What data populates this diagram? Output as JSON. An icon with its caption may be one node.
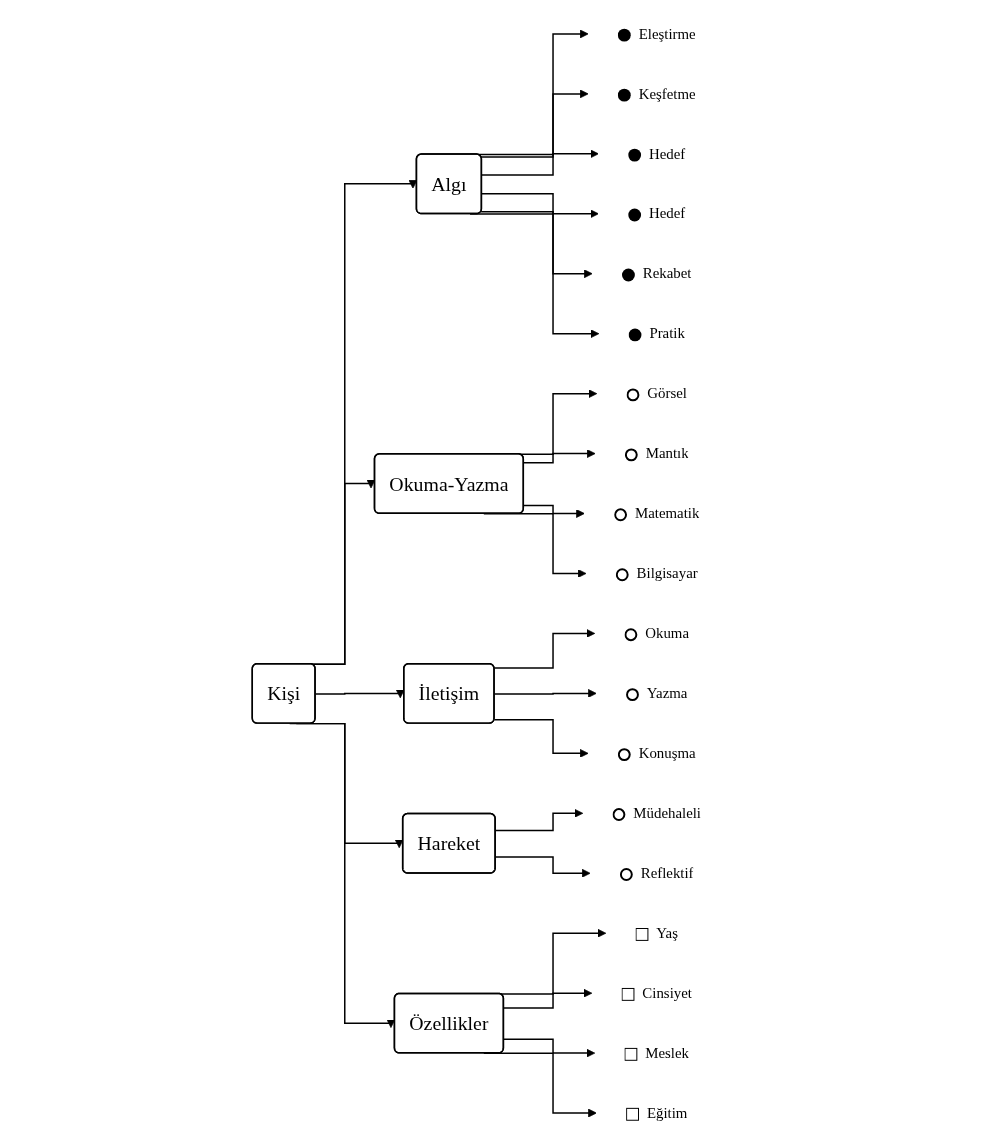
{
  "diagram": {
    "nodes": [
      {
        "text": [
          "Kişi"
        ]
      },
      {
        "text": [
          "Algı"
        ]
      },
      {
        "text": [],
        "shape": "circle",
        "beside": [
          "Eleştirme"
        ]
      },
      {
        "text": [],
        "shape": "circle",
        "beside": [
          "Keşfetme"
        ]
      },
      {
        "text": [],
        "shape": "circle",
        "beside": [
          "Hedef"
        ]
      },
      {
        "text": [],
        "shape": "circle",
        "beside": [
          "Hedef"
        ]
      },
      {
        "text": [],
        "shape": "circle",
        "beside": [
          "Rekabet"
        ]
      },
      {
        "text": [],
        "shape": "circle",
        "beside": [
          "Pratik"
        ]
      },
      {
        "text": [
          "Okuma-Yazma"
        ]
      },
      {
        "text": [],
        "shape": "circle",
        "beside": [
          "Görsel"
        ]
      },
      {
        "text": [],
        "shape": "circle",
        "beside": [
          "Mantık"
        ]
      },
      {
        "text": [],
        "shape": "circle",
        "beside": [
          "Matematik"
        ]
      },
      {
        "text": [],
        "shape": "circle",
        "beside": [
          "Bilgisayar"
        ]
      },
      {
        "text": [
          "İletişim"
        ]
      },
      {
        "text": [],
        "shape": "circle",
        "beside": [
          "Okuma"
        ]
      },
      {
        "text": [],
        "shape": "circle",
        "beside": [
          "Yazma"
        ]
      },
      {
        "text": [],
        "shape": "circle",
        "beside": [
          "Konuşma"
        ]
      },
      {
        "text": [
          "Hareket"
        ]
      },
      {
        "text": [],
        "shape": "circle",
        "beside": [
          "Müdehaleli"
        ]
      },
      {
        "text": [],
        "shape": "circle",
        "beside": [
          "Reflektif"
        ]
      },
      {
        "text": [
          "Özellikler"
        ]
      },
      {
        "text": [],
        "shape": "box",
        "beside": [
          "Yaş"
        ]
      },
      {
        "text": [],
        "shape": "box",
        "beside": [
          "Cinsiyet"
        ]
      },
      {
        "text": [],
        "shape": "box",
        "beside": [
          "Meslek"
        ]
      },
      {
        "text": [],
        "shape": "box",
        "beside": [
          "Eğitim"
        ]
      }
    ],
    "edges": [
      {
        "from": 0,
        "to": 1,
        "arrow": "to"
      },
      {
        "from": 1,
        "to": 2,
        "arrow": "to"
      },
      {
        "from": 1,
        "to": 3,
        "arrow": "to"
      },
      {
        "from": 1,
        "to": 4,
        "arrow": "to"
      },
      {
        "from": 1,
        "to": 5,
        "arrow": "to"
      },
      {
        "from": 1,
        "to": 6,
        "arrow": "to"
      },
      {
        "from": 1,
        "to": 7,
        "arrow": "to"
      },
      {
        "from": 0,
        "to": 8,
        "arrow": "to"
      },
      {
        "from": 8,
        "to": 9,
        "arrow": "to"
      },
      {
        "from": 8,
        "to": 10,
        "arrow": "to"
      },
      {
        "from": 8,
        "to": 11,
        "arrow": "to"
      },
      {
        "from": 8,
        "to": 12,
        "arrow": "to"
      },
      {
        "from": 0,
        "to": 13,
        "arrow": "to"
      },
      {
        "from": 13,
        "to": 14,
        "arrow": "to"
      },
      {
        "from": 13,
        "to": 15,
        "arrow": "to"
      },
      {
        "from": 13,
        "to": 16,
        "arrow": "to"
      },
      {
        "from": 0,
        "to": 17,
        "arrow": "to"
      },
      {
        "from": 17,
        "to": 18,
        "arrow": "to"
      },
      {
        "from": 17,
        "to": 19,
        "arrow": "to"
      },
      {
        "from": 0,
        "to": 20,
        "arrow": "to"
      },
      {
        "from": 20,
        "to": 21,
        "arrow": "to"
      },
      {
        "from": 20,
        "to": 22,
        "arrow": "to"
      },
      {
        "from": 20,
        "to": 23,
        "arrow": "to"
      },
      {
        "from": 20,
        "to": 24,
        "arrow": "to"
      }
    ]
  }
}
